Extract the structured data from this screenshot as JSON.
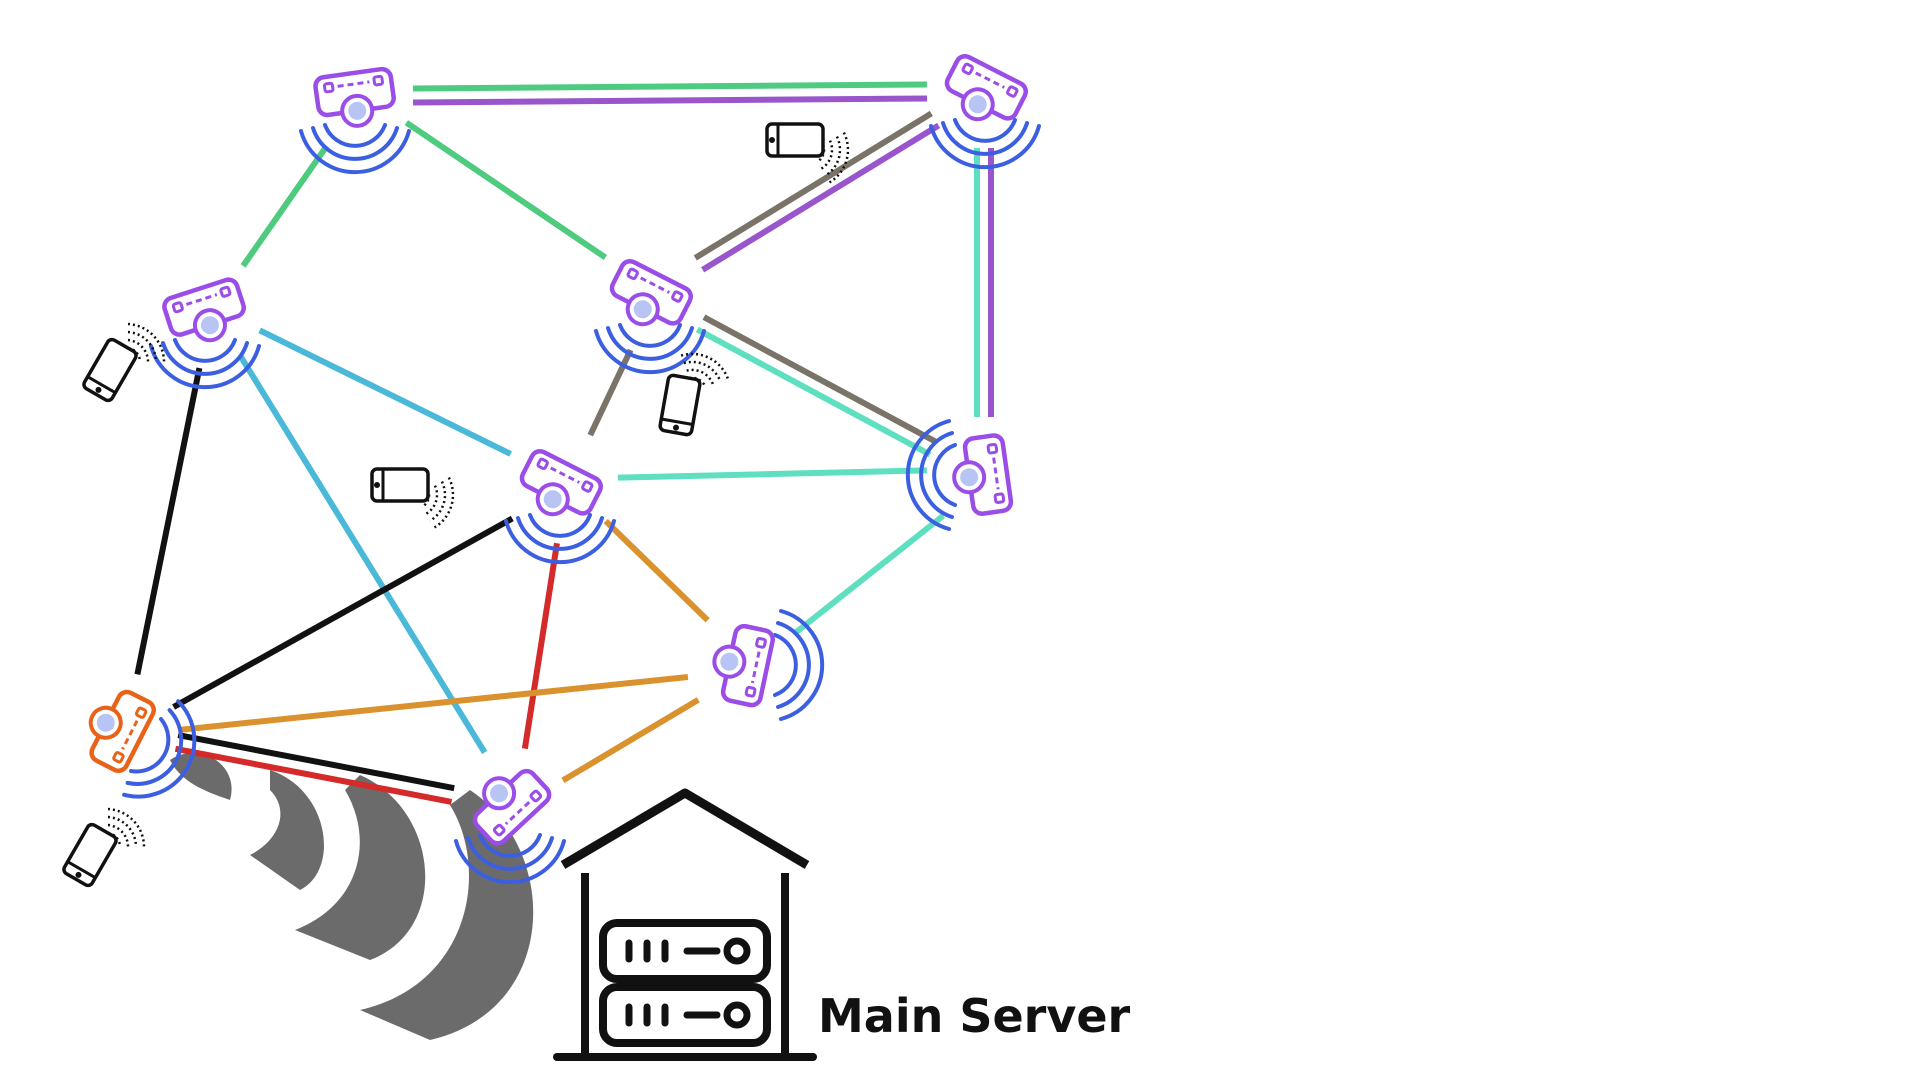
{
  "server": {
    "label": "Main Server"
  },
  "nodes": [
    {
      "id": "cam-1",
      "role": "relay-camera"
    },
    {
      "id": "cam-2",
      "role": "relay-camera"
    },
    {
      "id": "cam-3",
      "role": "relay-camera"
    },
    {
      "id": "cam-4",
      "role": "relay-camera"
    },
    {
      "id": "cam-5",
      "role": "relay-camera"
    },
    {
      "id": "cam-6",
      "role": "relay-camera"
    },
    {
      "id": "cam-7",
      "role": "relay-camera"
    },
    {
      "id": "cam-8",
      "role": "gateway-camera"
    },
    {
      "id": "cam-9",
      "role": "relay-camera"
    }
  ],
  "devices": [
    "phone-1",
    "phone-2",
    "phone-3",
    "phone-4",
    "phone-5"
  ],
  "links": [
    {
      "from": "cam-1",
      "to": "cam-2",
      "color": "#4ecb7e"
    },
    {
      "from": "cam-1",
      "to": "cam-2",
      "color": "#9955cc"
    },
    {
      "from": "cam-1",
      "to": "cam-3",
      "color": "#4ecb7e"
    },
    {
      "from": "cam-1",
      "to": "cam-4",
      "color": "#4ecb7e"
    },
    {
      "from": "cam-2",
      "to": "cam-4",
      "color": "#9955cc"
    },
    {
      "from": "cam-2",
      "to": "cam-4",
      "color": "#7a7368"
    },
    {
      "from": "cam-2",
      "to": "cam-6",
      "color": "#9955cc"
    },
    {
      "from": "cam-2",
      "to": "cam-6",
      "color": "#5ee0c0"
    },
    {
      "from": "cam-3",
      "to": "cam-5",
      "color": "#4ab8d8"
    },
    {
      "from": "cam-3",
      "to": "cam-9",
      "color": "#4ab8d8"
    },
    {
      "from": "cam-3",
      "to": "cam-8",
      "color": "#111111"
    },
    {
      "from": "cam-4",
      "to": "cam-6",
      "color": "#7a7368"
    },
    {
      "from": "cam-4",
      "to": "cam-6",
      "color": "#5ee0c0"
    },
    {
      "from": "cam-4",
      "to": "cam-5",
      "color": "#7a7368"
    },
    {
      "from": "cam-5",
      "to": "cam-6",
      "color": "#5ee0c0"
    },
    {
      "from": "cam-5",
      "to": "cam-7",
      "color": "#d9922e"
    },
    {
      "from": "cam-5",
      "to": "cam-9",
      "color": "#d42a2a"
    },
    {
      "from": "cam-5",
      "to": "cam-8",
      "color": "#111111"
    },
    {
      "from": "cam-6",
      "to": "cam-7",
      "color": "#5ee0c0"
    },
    {
      "from": "cam-7",
      "to": "cam-8",
      "color": "#d9922e"
    },
    {
      "from": "cam-7",
      "to": "cam-9",
      "color": "#d9922e"
    },
    {
      "from": "cam-8",
      "to": "cam-9",
      "color": "#111111"
    },
    {
      "from": "cam-8",
      "to": "cam-9",
      "color": "#d42a2a"
    }
  ],
  "colors": {
    "camera": "#9b4de8",
    "camera_lens": "#b8c4f4",
    "gateway_camera": "#e8621a",
    "wifi_arc": "#3b5fe0",
    "server_signal": "#6b6b6b",
    "device": "#111111"
  }
}
